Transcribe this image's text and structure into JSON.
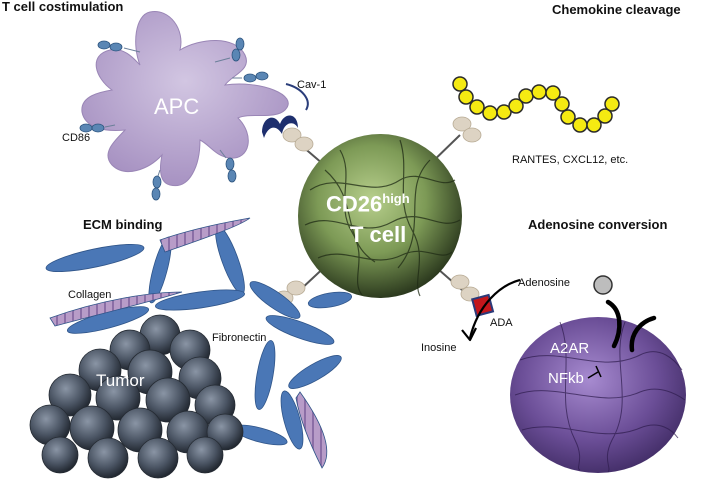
{
  "sections": {
    "costimulation": "T cell costimulation",
    "chemokine": "Chemokine cleavage",
    "ecm": "ECM binding",
    "adenosine": "Adenosine conversion"
  },
  "labels": {
    "apc": "APC",
    "cav1": "Cav-1",
    "cd86": "CD86",
    "tcell_line1": "CD26",
    "tcell_sup": "high",
    "tcell_line2": "T cell",
    "rantes": "RANTES, CXCL12, etc.",
    "collagen": "Collagen",
    "fibronectin": "Fibronectin",
    "tumor": "Tumor",
    "adenosine": "Adenosine",
    "ada": "ADA",
    "inosine": "Inosine",
    "a2ar": "A2AR",
    "nfkb": "NFkb"
  },
  "colors": {
    "apc": "#b9a6cf",
    "receptor": "#5a86b4",
    "tcell": "#7d9a56",
    "cd26": "#ddd3c3",
    "chemokine": "#f5ea12",
    "collagen": "#4a77b6",
    "collagen_stripe": "#b89cc8",
    "tumor": "#4b5564",
    "purple_cell": "#6b4e97",
    "ada": "#c4161c"
  }
}
